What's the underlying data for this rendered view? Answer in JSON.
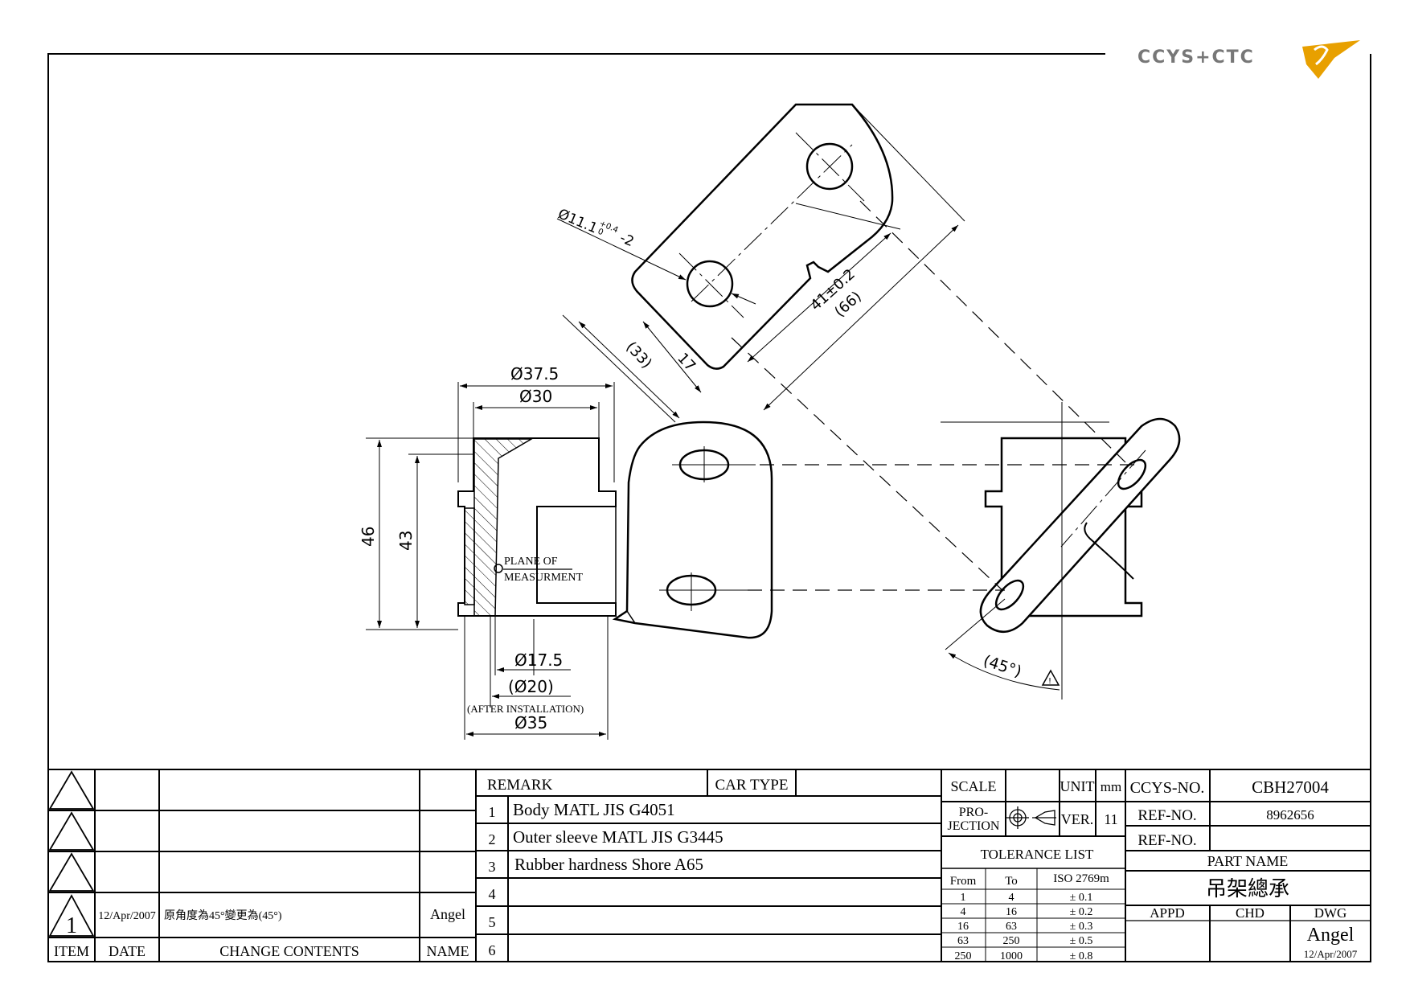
{
  "logo": {
    "text": "CCYS+CTC"
  },
  "dimensions": {
    "hole_dia": "Ø11.1",
    "hole_tol_up": "+0.4",
    "hole_tol_low": "0",
    "hole_count": "-2",
    "d41": "41±0.2",
    "d66": "(66)",
    "d33": "(33)",
    "d17": "17",
    "d375": "Ø37.5",
    "d30": "Ø30",
    "d46": "46",
    "d43": "43",
    "d175": "Ø17.5",
    "d20": "(Ø20)",
    "after_install": "(AFTER INSTALLATION)",
    "d35": "Ø35",
    "angle": "(45°)",
    "plane_line1": "PLANE OF",
    "plane_line2": "MEASURMENT"
  },
  "revisions": {
    "header": {
      "item": "ITEM",
      "date": "DATE",
      "contents": "CHANGE CONTENTS",
      "name": "NAME"
    },
    "rows": [
      {
        "item": "1",
        "date": "12/Apr/2007",
        "contents": "原角度為45°變更為(45°)",
        "name": "Angel"
      }
    ]
  },
  "remarks": {
    "title": "REMARK",
    "car_type_label": "CAR TYPE",
    "items": [
      {
        "no": "1",
        "text": "Body MATL JIS G4051"
      },
      {
        "no": "2",
        "text": "Outer sleeve MATL JIS G3445"
      },
      {
        "no": "3",
        "text": "Rubber hardness Shore A65"
      },
      {
        "no": "4",
        "text": ""
      },
      {
        "no": "5",
        "text": ""
      },
      {
        "no": "6",
        "text": ""
      }
    ]
  },
  "title_block": {
    "scale_label": "SCALE",
    "unit_label": "UNIT",
    "unit_value": "mm",
    "projection_label_1": "PRO-",
    "projection_label_2": "JECTION",
    "ver_label": "VER.",
    "ver_value": "11",
    "ccys_no_label": "CCYS-NO.",
    "ccys_no": "CBH27004",
    "ref_no_label": "REF-NO.",
    "ref_no_1": "8962656",
    "ref_no_label_2": "REF-NO.",
    "ref_no_2": "",
    "part_name_label": "PART NAME",
    "part_name": "吊架總承",
    "appd_label": "APPD",
    "chd_label": "CHD",
    "dwg_label": "DWG",
    "dwg_name": "Angel",
    "dwg_date": "12/Apr/2007"
  },
  "tolerance": {
    "title": "TOLERANCE LIST",
    "headers": [
      "From",
      "To",
      "ISO 2769m"
    ],
    "rows": [
      [
        "1",
        "4",
        "± 0.1"
      ],
      [
        "4",
        "16",
        "± 0.2"
      ],
      [
        "16",
        "63",
        "± 0.3"
      ],
      [
        "63",
        "250",
        "± 0.5"
      ],
      [
        "250",
        "1000",
        "± 0.8"
      ]
    ]
  }
}
